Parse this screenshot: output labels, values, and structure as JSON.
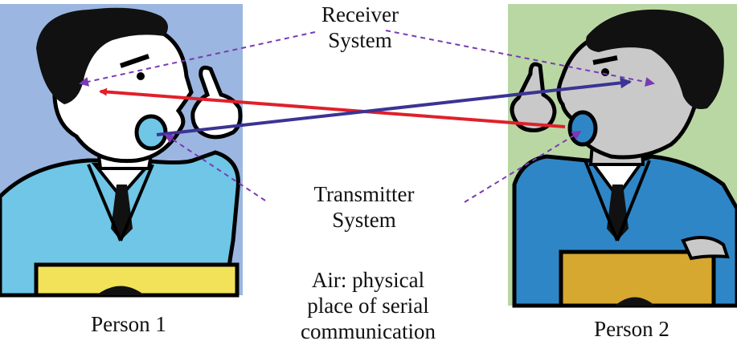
{
  "labels": {
    "receiver": [
      "Receiver",
      "System"
    ],
    "transmitter": [
      "Transmitter",
      "System"
    ],
    "air": [
      "Air: physical",
      "place of serial",
      "communication"
    ],
    "person1": "Person 1",
    "person2": "Person 2"
  },
  "colors": {
    "panel_left": "#9bb6e0",
    "panel_right": "#b9d7a3",
    "arrow_red": "#e0202a",
    "arrow_blue": "#3a3494",
    "dashed_purple": "#7a3ab3",
    "jacket_left": "#6fc6e6",
    "jacket_right": "#2f86c6",
    "podium_left": "#f2e25a",
    "podium_right": "#d6a830",
    "face_left": "#ffffff",
    "face_right": "#c9c9c9"
  }
}
